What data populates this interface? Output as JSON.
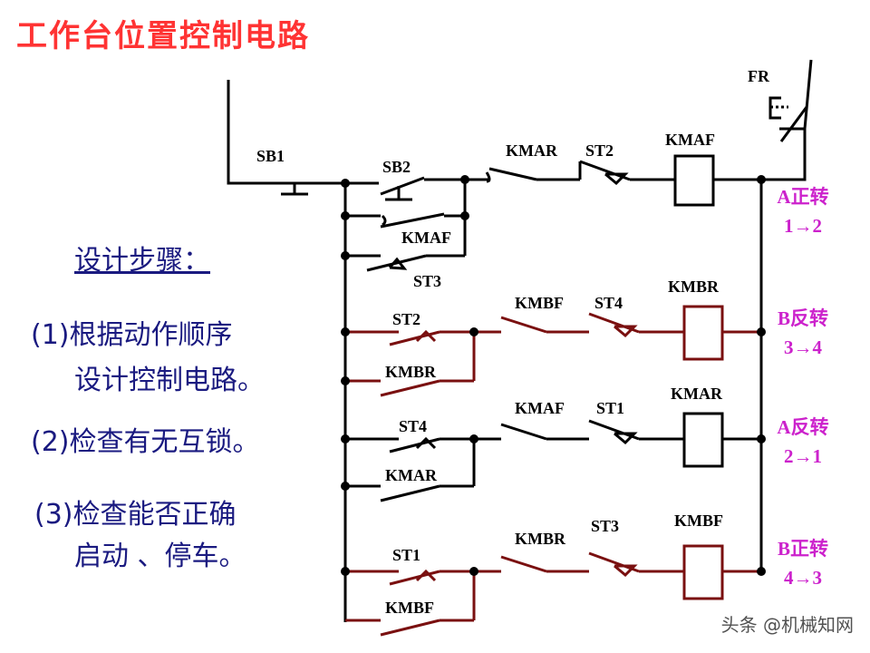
{
  "title": "工作台位置控制电路",
  "steps": {
    "heading": "设计步骤：",
    "s1_line1": "(1)根据动作顺序",
    "s1_line2": "设计控制电路。",
    "s2": "(2)检查有无互锁。",
    "s3_line1": "(3)检查能否正确",
    "s3_line2": "启动 、停车。"
  },
  "labels": {
    "FR": "FR",
    "SB1": "SB1",
    "SB2": "SB2",
    "KMAF_hold": "KMAF",
    "ST3_top": "ST3",
    "r1_KMAR": "KMAR",
    "r1_ST2": "ST2",
    "r1_coil": "KMAF",
    "r2_ST2": "ST2",
    "r2_hold": "KMBR",
    "r2_KMBF": "KMBF",
    "r2_ST4": "ST4",
    "r2_coil": "KMBR",
    "r3_ST4": "ST4",
    "r3_hold": "KMAR",
    "r3_KMAF": "KMAF",
    "r3_ST1": "ST1",
    "r3_coil": "KMAR",
    "r4_ST1": "ST1",
    "r4_hold": "KMBF",
    "r4_KMBR": "KMBR",
    "r4_ST3": "ST3",
    "r4_coil": "KMBF"
  },
  "dirs": {
    "d1a": "A正转",
    "d1b": "1→2",
    "d2a": "B反转",
    "d2b": "3→4",
    "d3a": "A反转",
    "d3b": "2→1",
    "d4a": "B正转",
    "d4b": "4→3"
  },
  "watermark": "头条 @机械知网",
  "colors": {
    "title": "#ff3333",
    "steps": "#1a1a80",
    "dir": "#cc22cc",
    "wire_black": "#000000",
    "wire_dark_red": "#7a1010"
  }
}
